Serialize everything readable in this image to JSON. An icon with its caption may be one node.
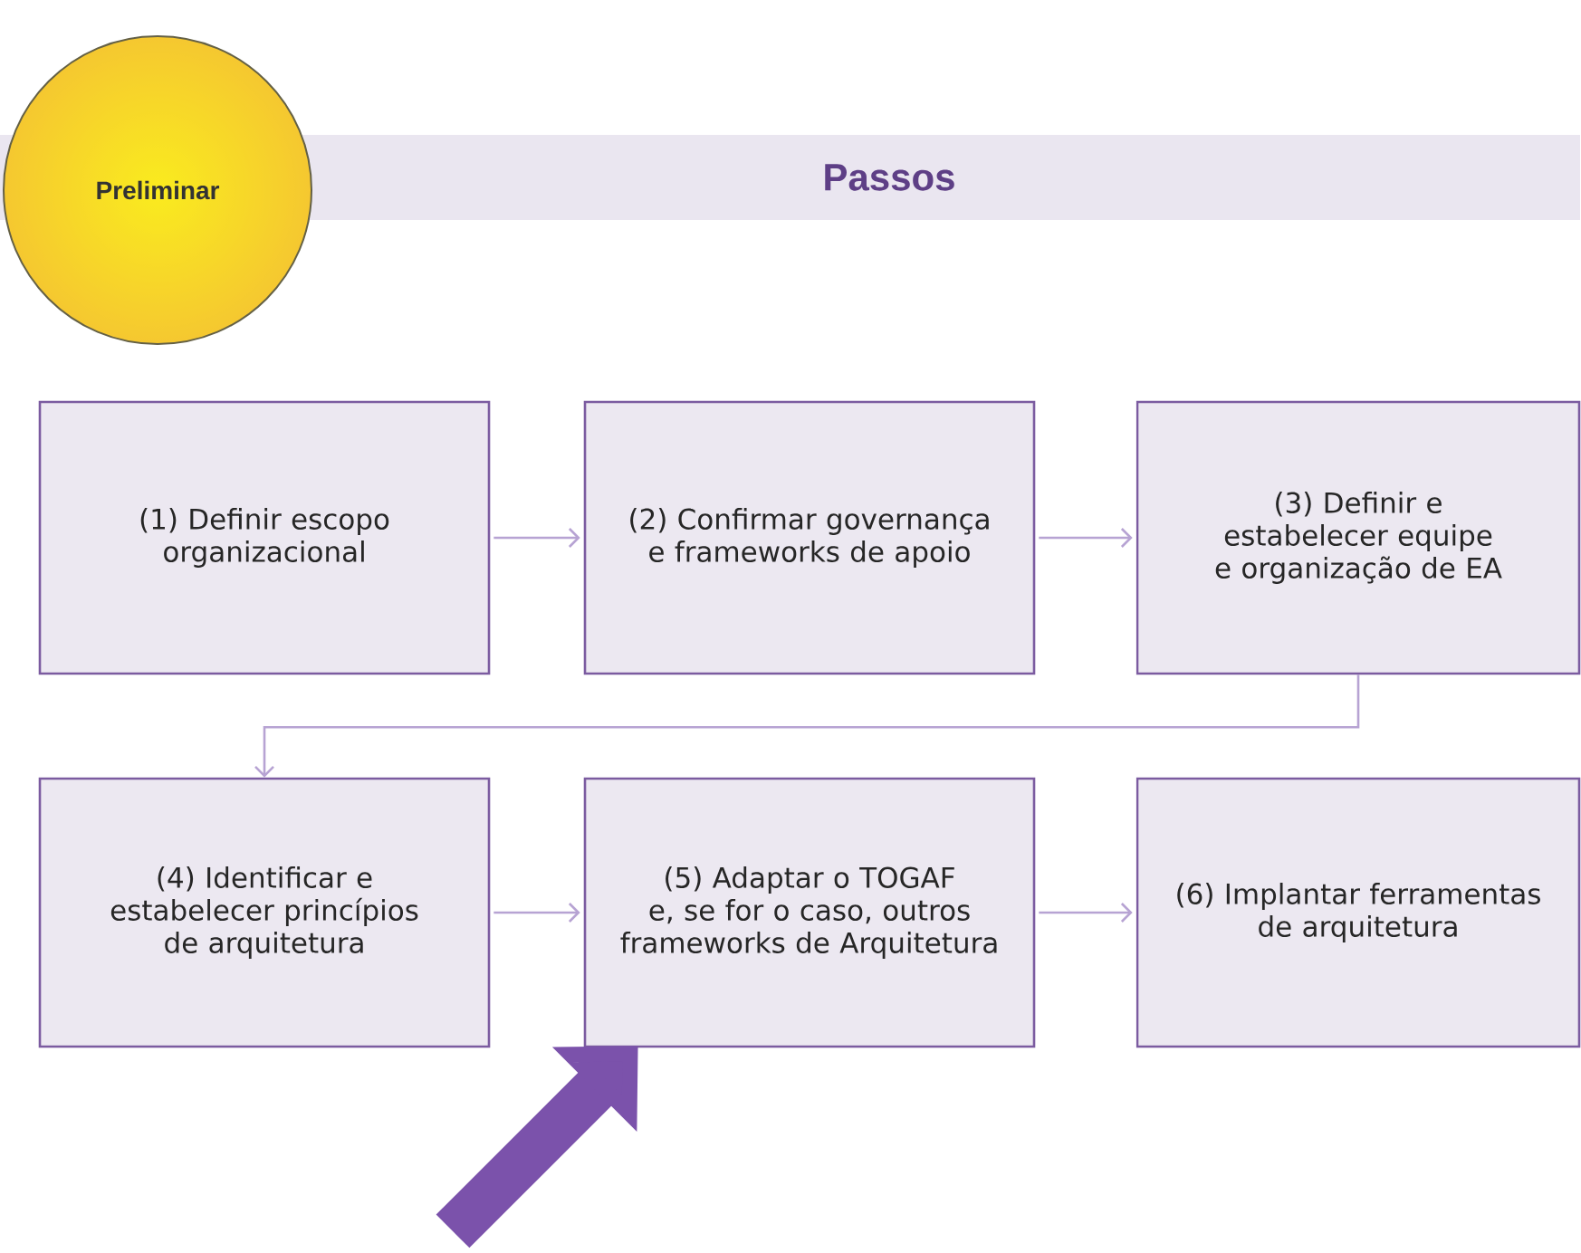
{
  "diagram": {
    "nodes": [
      {
        "text": [
          "Preliminar"
        ]
      },
      {
        "text": [
          "Passos"
        ]
      },
      {
        "text": [
          "(1) Definir escopo organizacional"
        ]
      },
      {
        "text": [
          "(2) Confirmar governança e frameworks de apoio"
        ]
      },
      {
        "text": [
          "(3) Definir e estabelecer equipe e organização de EA"
        ]
      },
      {
        "text": [
          "(4) Identificar e estabelecer princípios de arquitetura"
        ]
      },
      {
        "text": [
          "(5) Adaptar o TOGAF e, se for o caso, outros frameworks de Arquitetura"
        ]
      },
      {
        "text": [
          "(6) Implantar ferramentas de arquitetura"
        ]
      }
    ],
    "edges": [
      {
        "from": 2,
        "to": 3,
        "arrow": "to"
      },
      {
        "from": 3,
        "to": 4,
        "arrow": "to"
      },
      {
        "from": 4,
        "to": 5,
        "arrow": "to"
      },
      {
        "from": 5,
        "to": 6,
        "arrow": "to"
      },
      {
        "from": 6,
        "to": 7,
        "arrow": "to"
      },
      {
        "from": null,
        "to": 6,
        "arrow": "to",
        "style": "thick",
        "color": "#7b52ab"
      }
    ]
  }
}
